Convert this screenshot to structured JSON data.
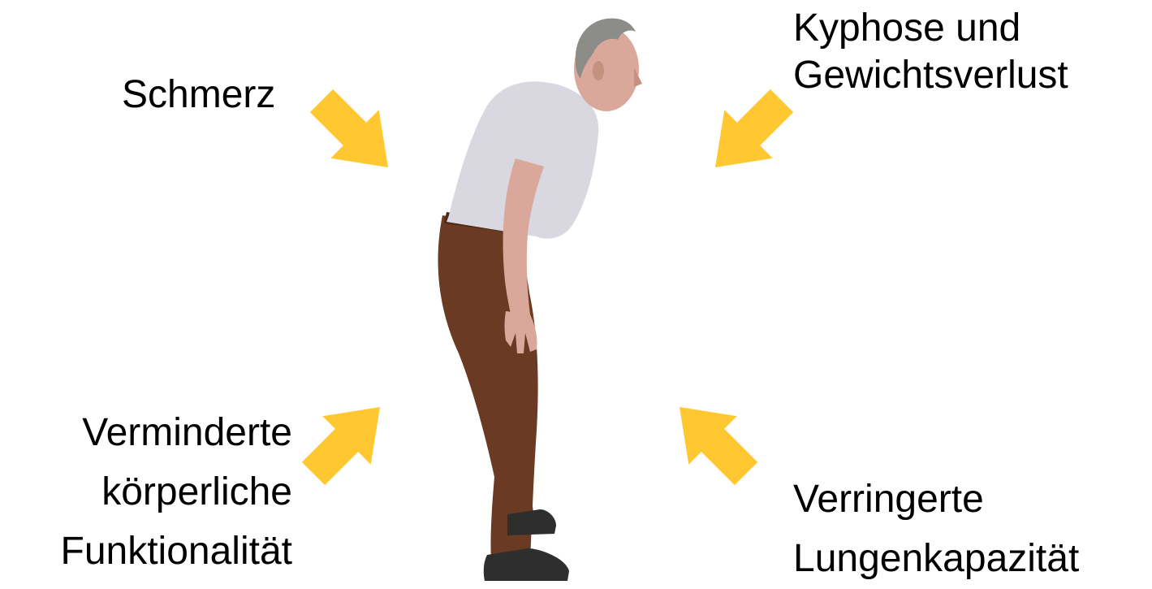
{
  "labels": {
    "pain": "Schmerz",
    "kyphosis": [
      "Kyphose und",
      "Gewichtsverlust"
    ],
    "reduced_function": [
      "Verminderte",
      "körperliche",
      "Funktionalität"
    ],
    "reduced_lung_capacity": [
      "Verringerte",
      "Lungenkapazität"
    ]
  },
  "colors": {
    "arrow": "#FFC830",
    "text": "#000000",
    "shirt": "#D9D7E0",
    "pants": "#6B3A22",
    "skin": "#D9A89A",
    "hair": "#8C8C88",
    "shoes": "#2E2E2E"
  },
  "figure": "elderly-man-bent-posture"
}
